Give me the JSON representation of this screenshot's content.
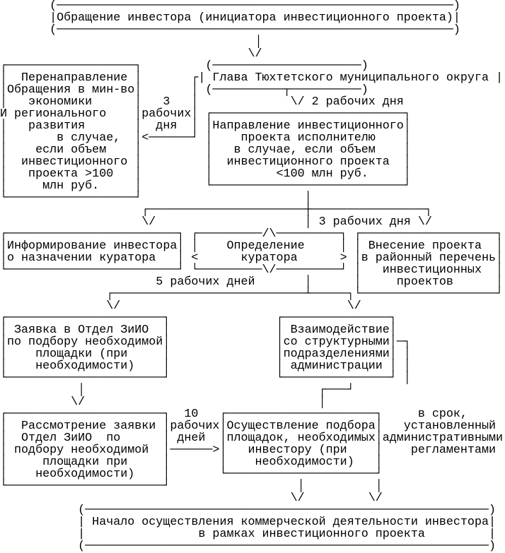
{
  "colors": {
    "text": "#000000",
    "background": "#ffffff"
  },
  "diagram": {
    "lines": [
      "       (────────────────────────────────────────────────────────)",
      "       |Обращение инвестора (инициатора инвестиционного проекта)|",
      "       (────────────────────────────────────────────────────────)",
      "                                    │",
      "                                   \\/",
      "┌──────────────────┐         (─────────────────────)",
      "│  Перенаправление │       ┌| Глава Тюхтетского муниципального округа |",
      "│Обращения в мин-во│       │ (──────────┬──────────)",
      "│   экономики      │   3   │             \\/ 2 рабочих дня",
      "И регионального    │рабочих│ ┌───────────────────────────┐",
      "│   развития       │  дня  │ │Направление инвестиционного│",
      "│       в случае,  │<──────┘ │    проекта исполнителю    │",
      "│    если объем    │         │   в случае, если объем    │",
      "│  инвестиционного │         │  инвестиционного проекта  │",
      "│   проекта >100   │         │         <100 млн руб.     │",
      "│     млн руб.     │         └───────────────────────────┘",
      "└──────────────────┘                       │",
      "                    ┌──────────────────────┼────────────────┐",
      "                    \\/                     │ 3 рабочих дня \\/",
      "┌────────────────────────┐ ┌─────────/\\─────────┐ ┌───────────────────┐",
      "│Информирование инвестора│ │    Определение     │ │ Внесение проекта  │",
      "│о назначении куратора   │ <      куратора      > │в районный перечень│",
      "└────────────────────────┘ └─────────\\/─────────┘ │   инвестиционных  │",
      "                      5 рабочих дней       │      │     проектов      │",
      "               ┌───────────────────────────┴─────┐└───────────────────┘",
      "               \\/                                \\/",
      "┌──────────────────────┐               ┌───────────────┐",
      "│ Заявка в Отдел ЗиИО  │               │ Взаимодействие│",
      "│по подбору необходимой│               │со структурными│─┐",
      "│    площадки (при     │               │подразделениями│ │",
      "│    необходимости)    │               │ администрации │ │",
      "└──────────────────────┘               └───────────────┘ │",
      "           │                                 ┌───┘",
      "          \\/                                 │",
      "┌──────────────────────┐  10   ┌─────────────────────┐     в срок,",
      "│  Рассмотрение заявки │рабочих│Осуществление подбора│   установленный",
      "│  Отдел ЗиИО  по      │ дней  │площадок, необходимых│административными",
      "│ подбору необходимой  │──────>│   инвестору (при    │    регламентами",
      "│     площадки при     │       │    необходимости)   │",
      "│    необходимости)    │       └─────────────────────┘",
      "└──────────────────────┘                  │          │",
      "                                         \\/         \\/",
      "           (─────────────────────────────────────────────────────────)",
      "           | Начало осуществления коммерческой деятельности инвестора|",
      "           |                в рамках инвестиционного проекта         |",
      "           (─────────────────────────────────────────────────────────)"
    ]
  },
  "nodes": {
    "investor_appeal": "Обращение инвестора (инициатора инвестиционного проекта)",
    "head_of_district": "Глава Тюхтетского муниципального округа",
    "redirect_ministry": "Перенаправление Обращения в мин-во экономики И регионального развития в случае, если объем инвестиционного проекта >100 млн руб.",
    "project_to_executor": "Направление инвестиционного проекта исполнителю в случае, если объем инвестиционного проекта <100 млн руб.",
    "inform_investor": "Информирование инвестора о назначении куратора",
    "curator_assignment": "Определение куратора",
    "add_to_registry": "Внесение проекта в районный перечень инвестиционных проектов",
    "request_ziio": "Заявка в Отдел ЗиИО по подбору необходимой площадки (при необходимости)",
    "interaction_departments": "Взаимодействие со структурными подразделениями администрации",
    "review_request": "Рассмотрение заявки Отдел ЗиИО по подбору необходимой площадки при необходимости)",
    "site_selection": "Осуществление подбора площадок, необходимых инвестору (при необходимости)",
    "start_commercial": "Начало осуществления коммерческой деятельности инвестора в рамках инвестиционного проекта"
  },
  "labels": {
    "three_days_left": "3 рабочих дня",
    "two_days": "2 рабочих дня",
    "three_days_center": "3 рабочих дня",
    "five_days": "5 рабочих дней",
    "ten_days": "10 рабочих дней",
    "deadline": "в срок, установленный административными регламентами"
  }
}
